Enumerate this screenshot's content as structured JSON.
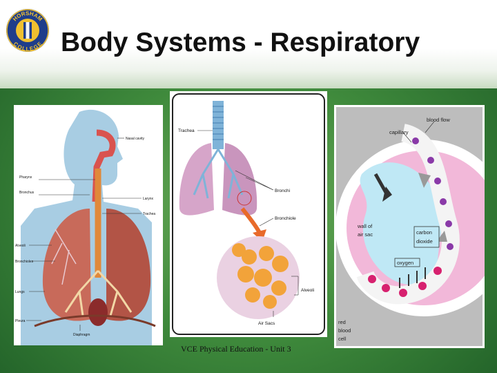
{
  "slide": {
    "title": "Body Systems - Respiratory",
    "footer": "VCE Physical Education - Unit 3",
    "colors": {
      "background": "#3f8a3c",
      "header": "#ffffff",
      "title": "#111111"
    }
  },
  "logo": {
    "text_top": "HORSHAM",
    "text_bottom": "COLLEGE"
  },
  "diagram_left": {
    "labels": [
      "Nasal cavity",
      "Pharynx",
      "Bronchus",
      "Larynx",
      "Trachea",
      "Alveoli",
      "Bronchioles",
      "Lungs",
      "Pleura",
      "Diaphragm"
    ]
  },
  "diagram_middle": {
    "labels": [
      "Trachea",
      "Bronchi",
      "Bronchiole",
      "Alveoli",
      "Air Sacs"
    ]
  },
  "diagram_right": {
    "labels": [
      "blood flow",
      "capillary",
      "wall of",
      "air sac",
      "carbon",
      "dioxide",
      "oxygen",
      "red",
      "blood",
      "cell"
    ]
  }
}
